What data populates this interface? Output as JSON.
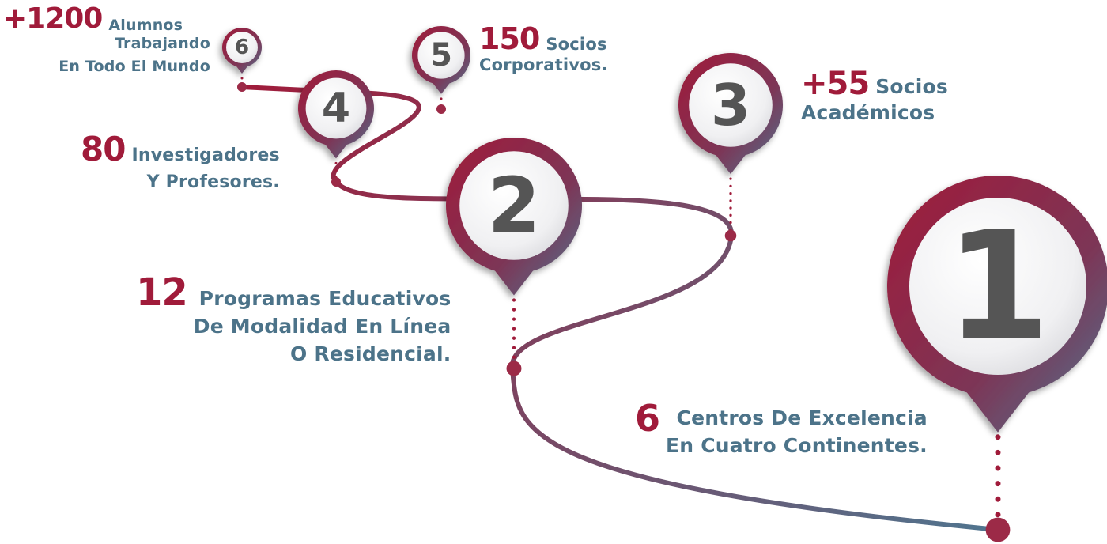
{
  "colors": {
    "crimson": "#a01b3a",
    "slate": "#4c7389",
    "line_start": "#a01b3a",
    "line_end": "#4f7690",
    "pin_face": "#f3f3f5",
    "number_gray": "#545454"
  },
  "milestones": [
    {
      "number": "1",
      "value": "6",
      "lines": [
        "Centros De Excelencia",
        "En Cuatro Continentes."
      ]
    },
    {
      "number": "2",
      "value": "12",
      "lines": [
        "Programas Educativos",
        "De Modalidad En Línea",
        "O Residencial."
      ]
    },
    {
      "number": "3",
      "value": "+55",
      "lines": [
        "Socios",
        "Académicos"
      ]
    },
    {
      "number": "4",
      "value": "80",
      "lines": [
        "Investigadores",
        "Y Profesores."
      ]
    },
    {
      "number": "5",
      "value": "150",
      "lines": [
        "Socios",
        "Corporativos."
      ]
    },
    {
      "number": "6",
      "value": "+1200",
      "lines": [
        "Alumnos",
        "Trabajando",
        "En Todo El Mundo"
      ]
    }
  ]
}
